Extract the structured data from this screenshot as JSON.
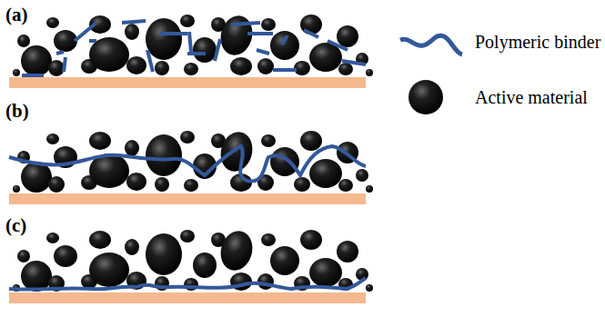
{
  "diagram": {
    "labels": [
      "(a)",
      "(b)",
      "(c)"
    ],
    "legend": [
      {
        "text": "Polymeric binder"
      },
      {
        "text": "Active material"
      }
    ]
  }
}
